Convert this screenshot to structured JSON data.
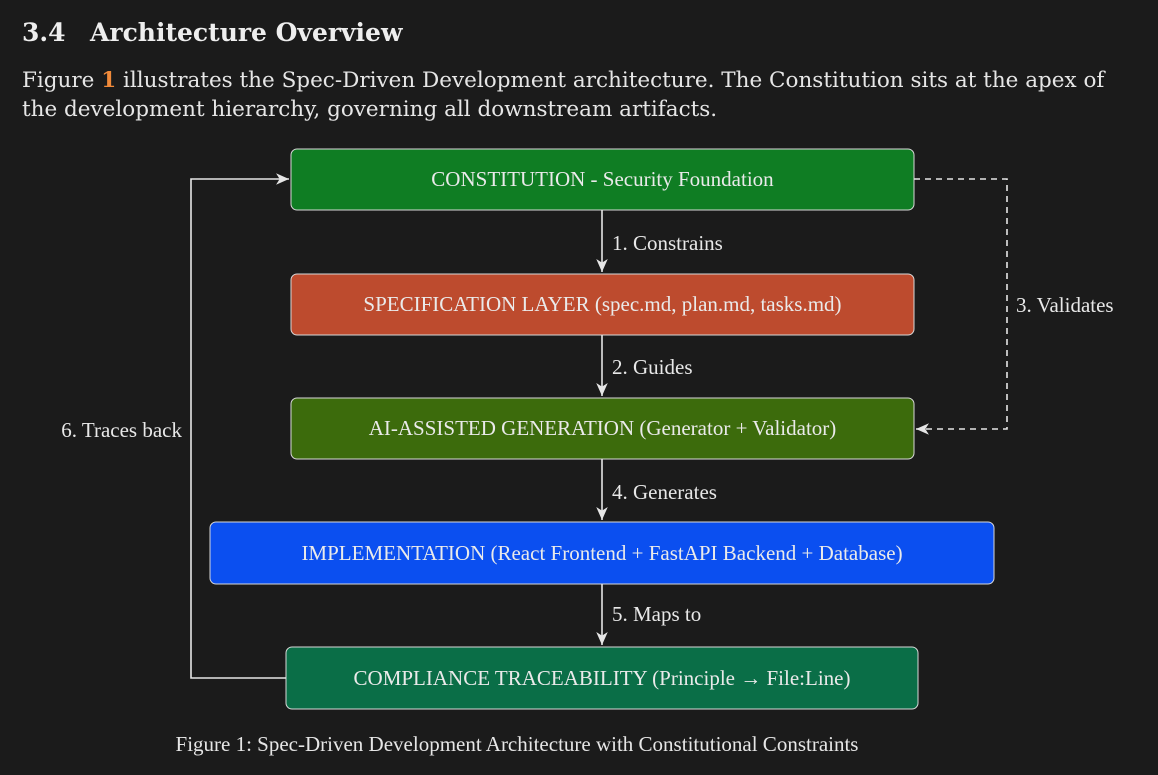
{
  "section": {
    "number": "3.4",
    "title": "Architecture Overview"
  },
  "paragraph": {
    "pre": "Figure ",
    "ref": "1",
    "post": " illustrates the Spec-Driven Development architecture. The Constitution sits at the apex of the development hierarchy, governing all downstream artifacts."
  },
  "diagram": {
    "boxes": {
      "constitution": "CONSTITUTION - Security Foundation",
      "specification": "SPECIFICATION LAYER (spec.md, plan.md, tasks.md)",
      "generation": "AI-ASSISTED GENERATION (Generator + Validator)",
      "implementation": "IMPLEMENTATION (React Frontend + FastAPI Backend + Database)",
      "compliance": "COMPLIANCE TRACEABILITY (Principle → File:Line)"
    },
    "edges": {
      "constrains": "1. Constrains",
      "guides": "2. Guides",
      "validates": "3. Validates",
      "generates": "4. Generates",
      "maps_to": "5. Maps to",
      "traces_back": "6. Traces back"
    },
    "colors": {
      "constitution": "#0f7d23",
      "specification": "#bd4b2e",
      "generation": "#3c6b0c",
      "implementation": "#0b4ff0",
      "compliance": "#0a6e47",
      "arrows": "#e6e6e6"
    }
  },
  "caption": "Figure 1: Spec-Driven Development Architecture with Constitutional Constraints"
}
